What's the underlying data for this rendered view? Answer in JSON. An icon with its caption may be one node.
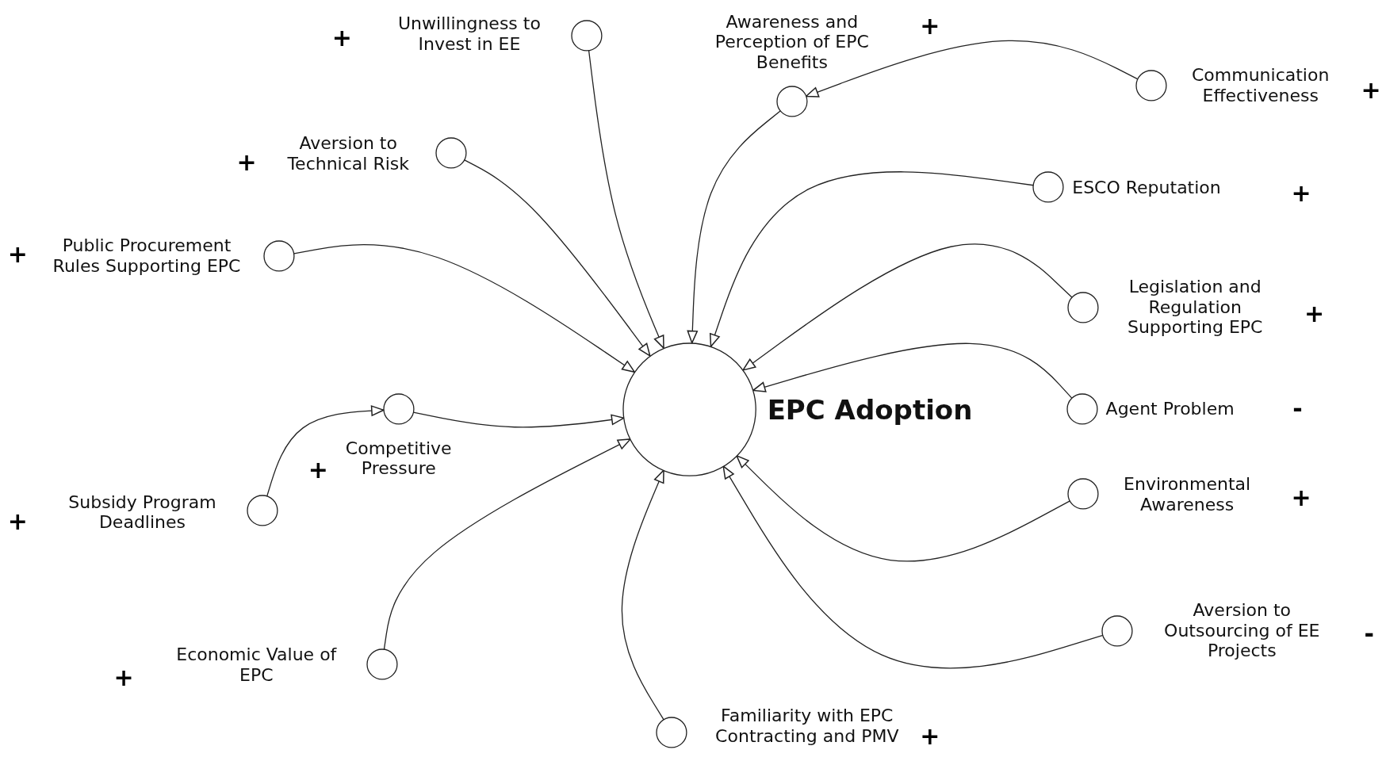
{
  "diagram": {
    "nodes": [
      {
        "text": [
          "EPC Adoption"
        ]
      },
      {
        "text": [
          "Unwillingness to Invest in EE"
        ]
      },
      {
        "text": [
          "Awareness and Perception of EPC Benefits"
        ]
      },
      {
        "text": [
          "Communication Effectiveness"
        ]
      },
      {
        "text": [
          "Aversion to Technical Risk"
        ]
      },
      {
        "text": [
          "ESCO Reputation"
        ]
      },
      {
        "text": [
          "Public Procurement Rules Supporting EPC"
        ]
      },
      {
        "text": [
          "Legislation and Regulation Supporting EPC"
        ]
      },
      {
        "text": [
          "Competitive Pressure"
        ]
      },
      {
        "text": [
          "Agent Problem"
        ]
      },
      {
        "text": [
          "Subsidy Program Deadlines"
        ]
      },
      {
        "text": [
          "Environmental Awareness"
        ]
      },
      {
        "text": [
          "Economic Value of EPC"
        ]
      },
      {
        "text": [
          "Aversion to Outsourcing of EE Projects"
        ]
      },
      {
        "text": [
          "Familiarity with EPC Contracting and PMV"
        ]
      }
    ],
    "edges": [
      {
        "from": 1,
        "to": 0,
        "arrow": "to"
      },
      {
        "from": 2,
        "to": 0,
        "arrow": "to"
      },
      {
        "from": 3,
        "to": 2,
        "arrow": "to"
      },
      {
        "from": 4,
        "to": 0,
        "arrow": "to"
      },
      {
        "from": 5,
        "to": 0,
        "arrow": "to"
      },
      {
        "from": 6,
        "to": 0,
        "arrow": "to"
      },
      {
        "from": 7,
        "to": 0,
        "arrow": "to"
      },
      {
        "from": 8,
        "to": 0,
        "arrow": "to"
      },
      {
        "from": 9,
        "to": 0,
        "arrow": "to"
      },
      {
        "from": 10,
        "to": 8,
        "arrow": "to"
      },
      {
        "from": 11,
        "to": 0,
        "arrow": "to"
      },
      {
        "from": 12,
        "to": 0,
        "arrow": "to"
      },
      {
        "from": 13,
        "to": 0,
        "arrow": "to"
      },
      {
        "from": 14,
        "to": 0,
        "arrow": "to"
      }
    ],
    "labels": [
      "+",
      "+",
      "+",
      "+",
      "+",
      "+",
      "+",
      "-",
      "+",
      "+",
      "+",
      "-",
      "+",
      "+"
    ]
  }
}
